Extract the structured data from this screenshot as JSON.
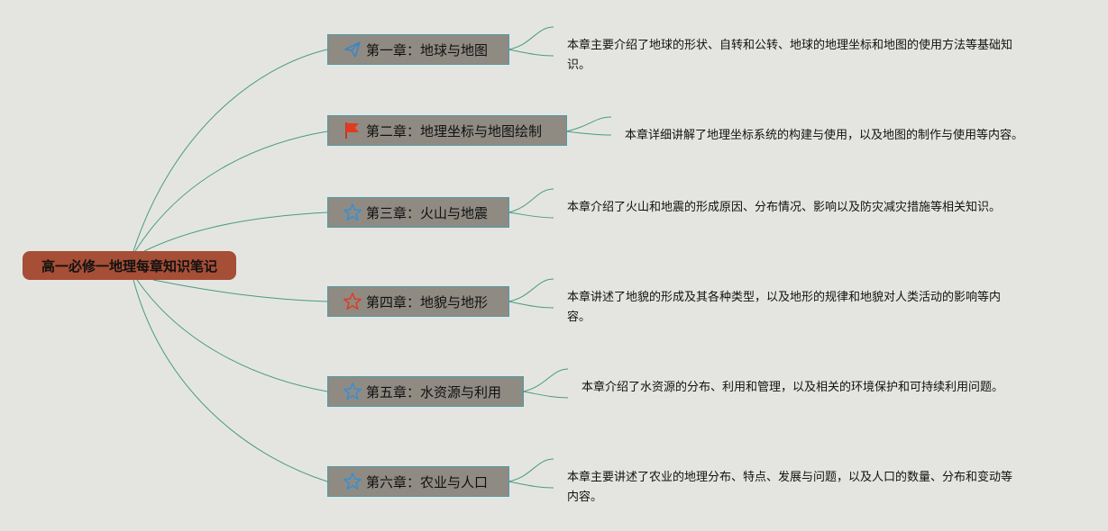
{
  "root": {
    "label": "高一必修一地理每章知识笔记"
  },
  "chapters": [
    {
      "title": "第一章：地球与地图",
      "icon": "paper-plane-icon",
      "description": "本章主要介绍了地球的形状、自转和公转、地球的地理坐标和地图的使用方法等基础知识。"
    },
    {
      "title": "第二章：地理坐标与地图绘制",
      "icon": "red-flag-icon",
      "description": "本章详细讲解了地理坐标系统的构建与使用，以及地图的制作与使用等内容。"
    },
    {
      "title": "第三章：火山与地震",
      "icon": "blue-star-icon",
      "description": "本章介绍了火山和地震的形成原因、分布情况、影响以及防灾减灾措施等相关知识。"
    },
    {
      "title": "第四章：地貌与地形",
      "icon": "red-star-icon",
      "description": "本章讲述了地貌的形成及其各种类型，以及地形的规律和地貌对人类活动的影响等内容。"
    },
    {
      "title": "第五章：水资源与利用",
      "icon": "blue-star-icon",
      "description": "本章介绍了水资源的分布、利用和管理，以及相关的环境保护和可持续利用问题。"
    },
    {
      "title": "第六章：农业与人口",
      "icon": "blue-star-icon",
      "description": "本章主要讲述了农业的地理分布、特点、发展与问题，以及人口的数量、分布和变动等内容。"
    }
  ],
  "colors": {
    "root_fill": "#a64e36",
    "node_fill": "#8f8b83",
    "node_border": "#4f9aa8",
    "connector": "#4a9a86",
    "background": "#e4e5e1"
  }
}
